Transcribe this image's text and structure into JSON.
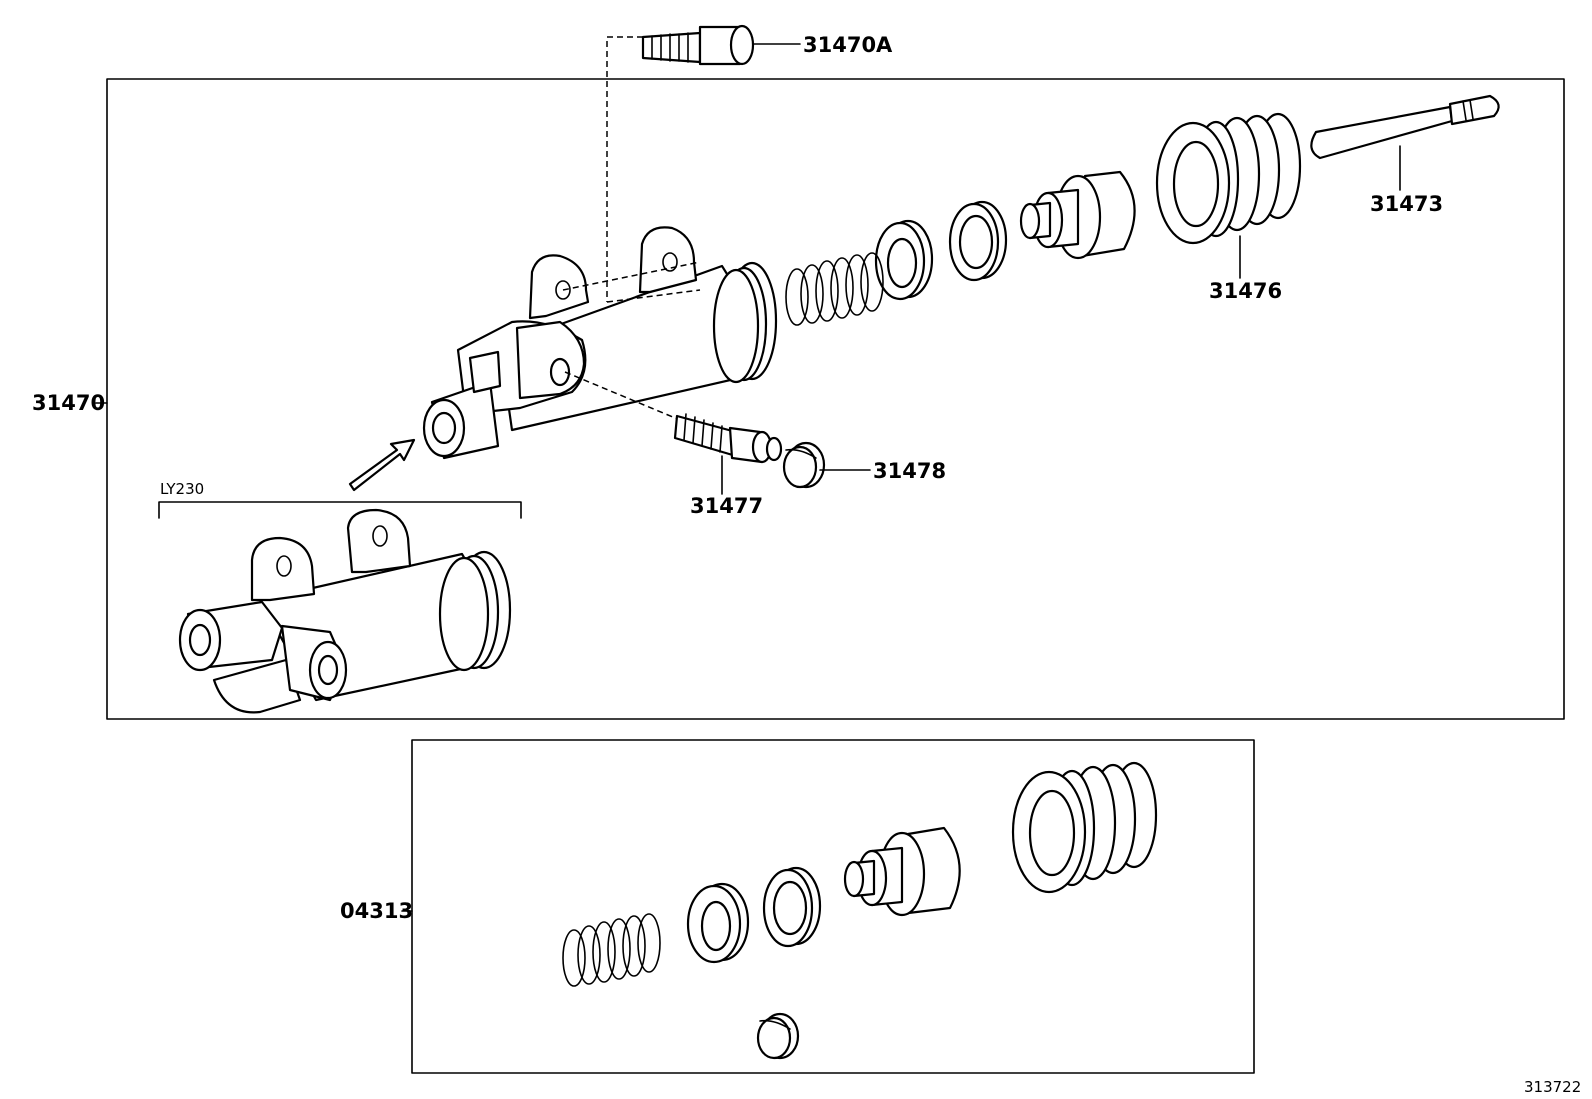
{
  "diagram": {
    "labels": {
      "p31470A": "31470A",
      "p31473": "31473",
      "p31476": "31476",
      "p31470": "31470",
      "p31477": "31477",
      "p31478": "31478",
      "p04313": "04313",
      "variant": "LY230",
      "ref": "313722"
    }
  }
}
